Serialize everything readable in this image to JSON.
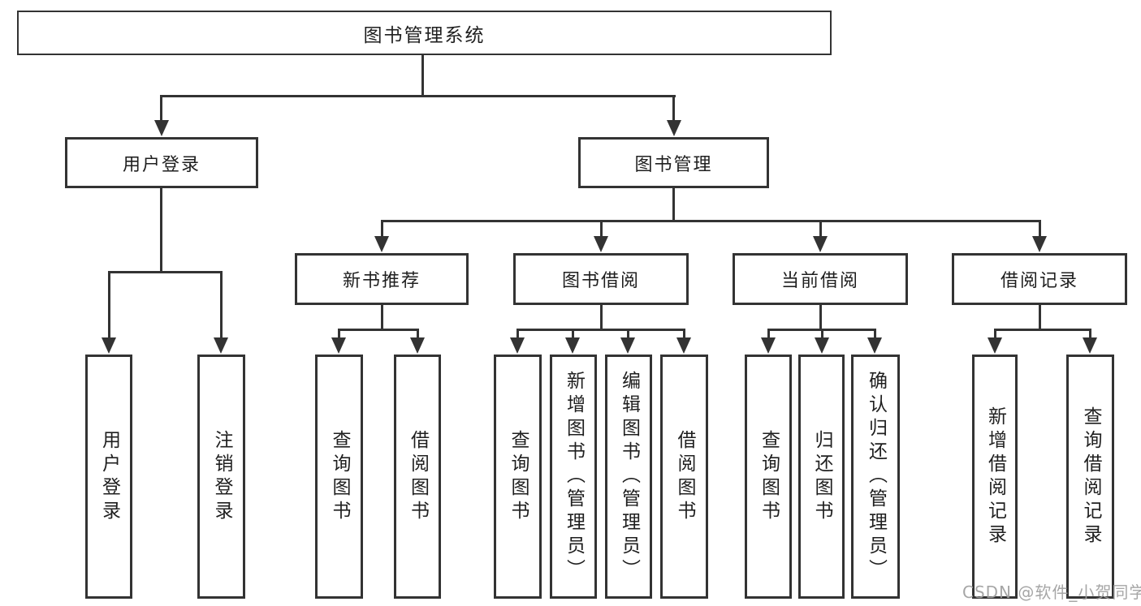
{
  "tree": {
    "root": {
      "label": "图书管理系统"
    },
    "branches": [
      {
        "label": "用户登录",
        "children": [
          {
            "label": "用户登录"
          },
          {
            "label": "注销登录"
          }
        ]
      },
      {
        "label": "图书管理",
        "children": [
          {
            "label": "新书推荐",
            "children": [
              {
                "label": "查询图书"
              },
              {
                "label": "借阅图书"
              }
            ]
          },
          {
            "label": "图书借阅",
            "children": [
              {
                "label": "查询图书"
              },
              {
                "label": "新增图书（管理员）"
              },
              {
                "label": "编辑图书（管理员）"
              },
              {
                "label": "借阅图书"
              }
            ]
          },
          {
            "label": "当前借阅",
            "children": [
              {
                "label": "查询图书"
              },
              {
                "label": "归还图书"
              },
              {
                "label": "确认归还（管理员）"
              }
            ]
          },
          {
            "label": "借阅记录",
            "children": [
              {
                "label": "新增借阅记录"
              },
              {
                "label": "查询借阅记录"
              }
            ]
          }
        ]
      }
    ]
  },
  "watermark": {
    "text": "CSDN @软件_小贺同学"
  },
  "colors": {
    "line": "#333333",
    "text": "#1f1f1f",
    "watermark": "#9e9e9e",
    "background": "#ffffff"
  }
}
